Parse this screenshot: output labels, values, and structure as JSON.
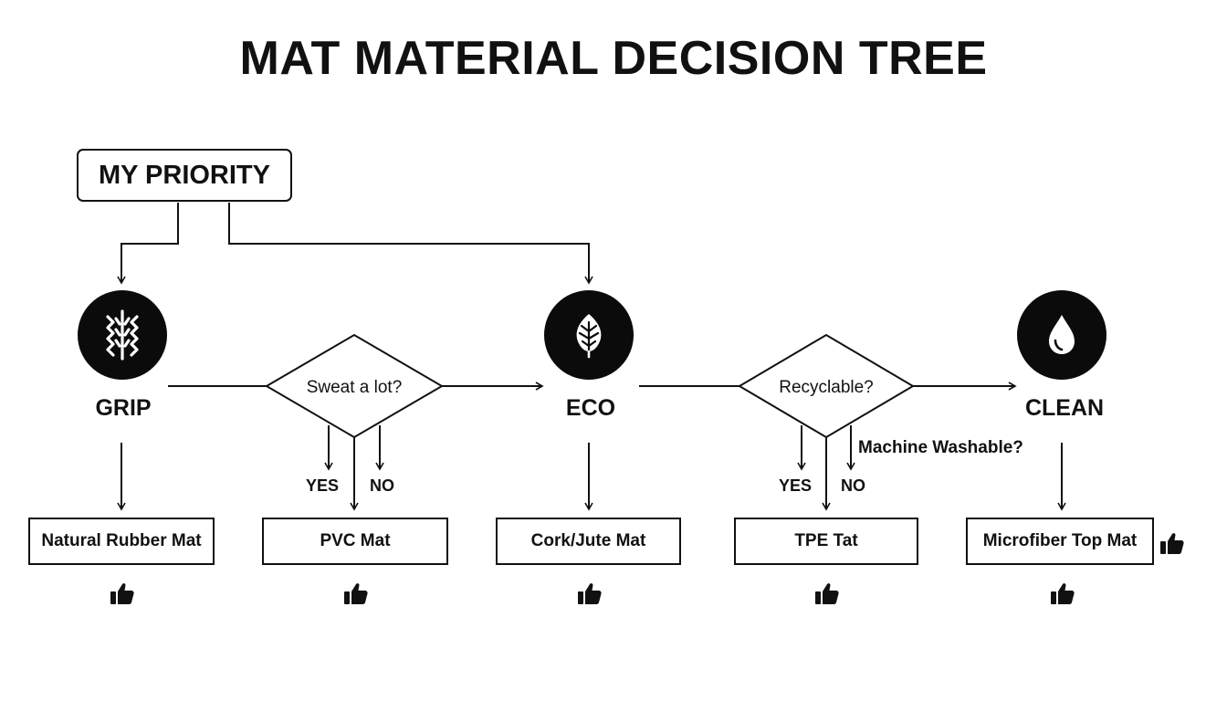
{
  "title": "MAT MATERIAL DECISION TREE",
  "root": {
    "label": "MY PRIORITY"
  },
  "categories": {
    "grip": {
      "label": "GRIP",
      "icon": "wheat-icon"
    },
    "eco": {
      "label": "ECO",
      "icon": "leaf-icon"
    },
    "clean": {
      "label": "CLEAN",
      "icon": "water-drop-icon"
    }
  },
  "decisions": {
    "sweat": {
      "question": "Sweat a lot?",
      "yes": "YES",
      "no": "NO"
    },
    "recyclable": {
      "question": "Recyclable?",
      "yes": "YES",
      "no": "NO",
      "extra": "Machine Washable?"
    }
  },
  "mats": {
    "natural_rubber": "Natural Rubber Mat",
    "pvc": "PVC Mat",
    "cork_jute": "Cork/Jute Mat",
    "tpe": "TPE Tat",
    "microfiber": "Microfiber Top Mat"
  },
  "icons": {
    "recommend": "thumbs-up-icon"
  },
  "colors": {
    "ink": "#111111",
    "icon_bg": "#0b0b0b",
    "background": "#ffffff"
  }
}
